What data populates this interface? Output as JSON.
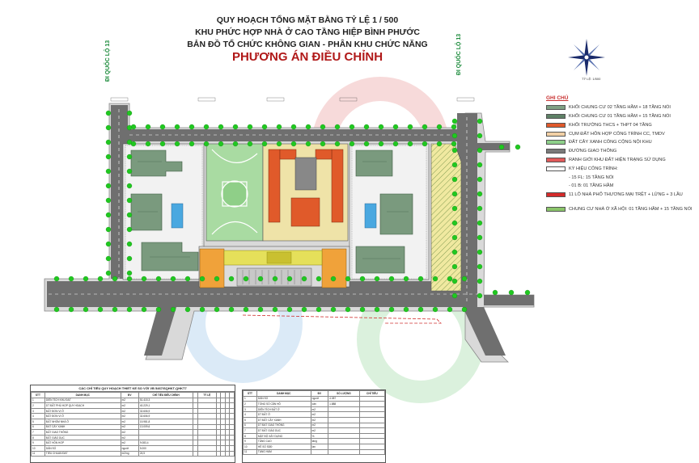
{
  "titles": {
    "line1": "QUY HOẠCH TỔNG MẶT BẰNG TỶ LỆ 1 / 500",
    "line2": "KHU PHỨC HỢP NHÀ Ở CAO TẦNG HIỆP BÌNH PHƯỚC",
    "line3": "BẢN ĐỒ TỔ CHỨC KHÔNG GIAN - PHÂN KHU CHỨC NĂNG",
    "line4": "PHƯƠNG ÁN ĐIỀU CHỈNH"
  },
  "roads": {
    "left": "ĐI QUỐC LỘ 13",
    "right": "ĐI QUỐC LỘ 13"
  },
  "scale": "TỶ LỆ: 1/500",
  "legend": {
    "title": "GHI CHÚ",
    "items": [
      {
        "label": "KHỐI CHUNG CƯ 02 TẦNG HẦM + 18 TẦNG NỔI",
        "color": "#7fa083"
      },
      {
        "label": "KHỐI CHUNG CƯ 01 TẦNG HẦM + 15 TẦNG NỔI",
        "color": "#5e8166"
      },
      {
        "label": "KHỐI TRƯỜNG THCS + THPT 04 TẦNG",
        "color": "#e0592b"
      },
      {
        "label": "CỤM ĐẤT HỖN HỢP CÔNG TRÌNH CC, TMDV",
        "color": "#f2d0a5"
      },
      {
        "label": "ĐẤT CÂY XANH CÔNG CỘNG NỘI KHU",
        "color": "#8ed08a"
      },
      {
        "label": "ĐƯỜNG GIAO THÔNG",
        "color": "#7a7a7a"
      },
      {
        "label": "RANH GIỚI KHU ĐẤT HIỆN TRẠNG SỬ DỤNG",
        "color": "#e05a5a"
      },
      {
        "label": "KÝ HIỆU CÔNG TRÌNH:",
        "color": "#ffffff"
      },
      {
        "label": "- 15 FL: 15 TẦNG NỔI",
        "color": ""
      },
      {
        "label": "- 01 B: 01 TẦNG HẦM",
        "color": ""
      },
      {
        "label": "11 LÔ NHÀ PHỐ THƯƠNG MẠI TRỆT + LỬNG + 3 LẦU",
        "color": "#d42a2a"
      },
      {
        "label": "CHUNG CƯ NHÀ Ở XÃ HỘI: 01 TẦNG HẦM + 15 TẦNG NỔI",
        "color": "#8ac56a"
      }
    ]
  },
  "table_left": {
    "title": "CÁC CHỈ TIÊU QUY HOẠCH THIẾT KẾ SO VỚI VB 5467/SQHKT-QHKT7",
    "headers": [
      "STT",
      "DANH MỤC",
      "ĐV",
      "CHỈ TIÊU ĐIỀU CHỈNH",
      "",
      "TỶ LỆ",
      "",
      "",
      "",
      ""
    ],
    "rows": [
      [
        "1",
        "DIỆN TÍCH KHU ĐẤT",
        "m2",
        "51.415,3",
        "",
        "",
        "",
        "",
        "",
        ""
      ],
      [
        "2",
        "DT ĐẤT PHÙ HỢP QUY HOẠCH",
        "m2",
        "40.229,1",
        "",
        "",
        "",
        "",
        "",
        ""
      ],
      [
        "3",
        "ĐẤT ĐƠN VỊ Ở",
        "m2",
        "32.606,9",
        "",
        "",
        "",
        "",
        "",
        ""
      ],
      [
        "4",
        "ĐẤT ĐƠN VỊ Ở",
        "m2",
        "32.606,9",
        "",
        "",
        "",
        "",
        "",
        ""
      ],
      [
        "5",
        "ĐẤT NHÓM NHÀ Ở",
        "m2",
        "15.981,8",
        "",
        "",
        "",
        "",
        "",
        ""
      ],
      [
        "6",
        "ĐẤT CÂY XANH",
        "m2",
        "13.009,6",
        "",
        "",
        "",
        "",
        "",
        ""
      ],
      [
        "7",
        "ĐẤT GIAO THÔNG",
        "m2",
        "",
        "",
        "",
        "",
        "",
        "",
        ""
      ],
      [
        "8",
        "ĐẤT GIÁO DỤC",
        "m2",
        "",
        "",
        "",
        "",
        "",
        "",
        ""
      ],
      [
        "9",
        "ĐẤT HỖN HỢP",
        "m2",
        "9.083,4",
        "",
        "",
        "",
        "",
        "",
        ""
      ],
      [
        "10",
        "DÂN SỐ",
        "người",
        "5.000",
        "",
        "",
        "",
        "",
        "",
        ""
      ],
      [
        "11",
        "TIÊU CHUẨN ĐẤT",
        "m2/ng",
        "24,5",
        "",
        "",
        "",
        "",
        "",
        ""
      ]
    ]
  },
  "table_right": {
    "headers": [
      "STT",
      "DANH MỤC",
      "ĐV",
      "SỐ LƯỢNG",
      "CHỈ TIÊU"
    ],
    "rows": [
      [
        "1",
        "DÂN SỐ",
        "người",
        "4.087",
        ""
      ],
      [
        "2",
        "TỔNG SỐ CĂN HỘ",
        "căn",
        "1.888",
        ""
      ],
      [
        "3",
        "DIỆN TÍCH ĐẤT Ở",
        "m2",
        "",
        ""
      ],
      [
        "4",
        "DT ĐẤT Ở",
        "m2",
        "",
        ""
      ],
      [
        "5",
        "DT ĐẤT CÂY XANH",
        "m2",
        "",
        ""
      ],
      [
        "6",
        "DT ĐẤT GIAO THÔNG",
        "m2",
        "",
        ""
      ],
      [
        "7",
        "DT ĐẤT GIÁO DỤC",
        "m2",
        "",
        ""
      ],
      [
        "8",
        "MẬT ĐỘ XÂY DỰNG",
        "%",
        "",
        ""
      ],
      [
        "9",
        "TẦNG CAO",
        "tầng",
        "",
        ""
      ],
      [
        "10",
        "HỆ SỐ SDĐ",
        "lần",
        "",
        ""
      ],
      [
        "11",
        "TẦNG HẦM",
        "",
        "",
        ""
      ]
    ]
  },
  "colors": {
    "road": "#6f6f6f",
    "sidewalk": "#d6d6d6",
    "tree": "#1fc21f",
    "park": "#a6d9a0",
    "tower": "#7a9a7e",
    "school": "#e05a2a",
    "mixed": "#f2a03a",
    "yellow": "#e5e05a",
    "water": "#4aa8e0",
    "boundary": "#d03030"
  }
}
